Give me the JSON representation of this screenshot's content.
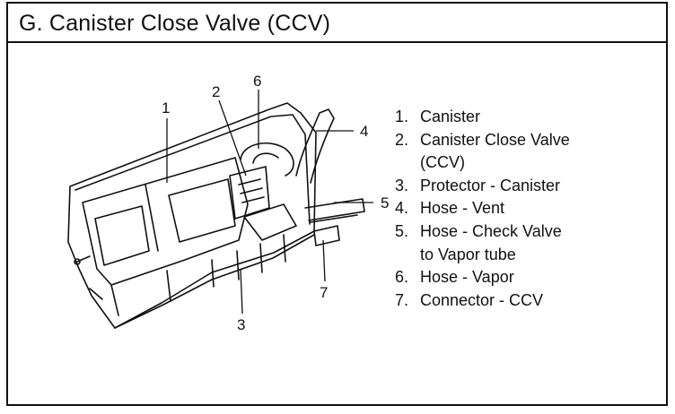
{
  "title": "G. Canister Close Valve (CCV)",
  "callouts": [
    "1",
    "2",
    "6",
    "4",
    "5",
    "3",
    "7"
  ],
  "legend": [
    {
      "num": "1.",
      "lines": [
        "Canister"
      ]
    },
    {
      "num": "2.",
      "lines": [
        "Canister Close Valve",
        "(CCV)"
      ]
    },
    {
      "num": "3.",
      "lines": [
        "Protector - Canister"
      ]
    },
    {
      "num": "4.",
      "lines": [
        "Hose - Vent"
      ]
    },
    {
      "num": "5.",
      "lines": [
        "Hose - Check Valve",
        "to Vapor tube"
      ]
    },
    {
      "num": "6.",
      "lines": [
        "Hose - Vapor"
      ]
    },
    {
      "num": "7.",
      "lines": [
        "Connector - CCV"
      ]
    }
  ]
}
